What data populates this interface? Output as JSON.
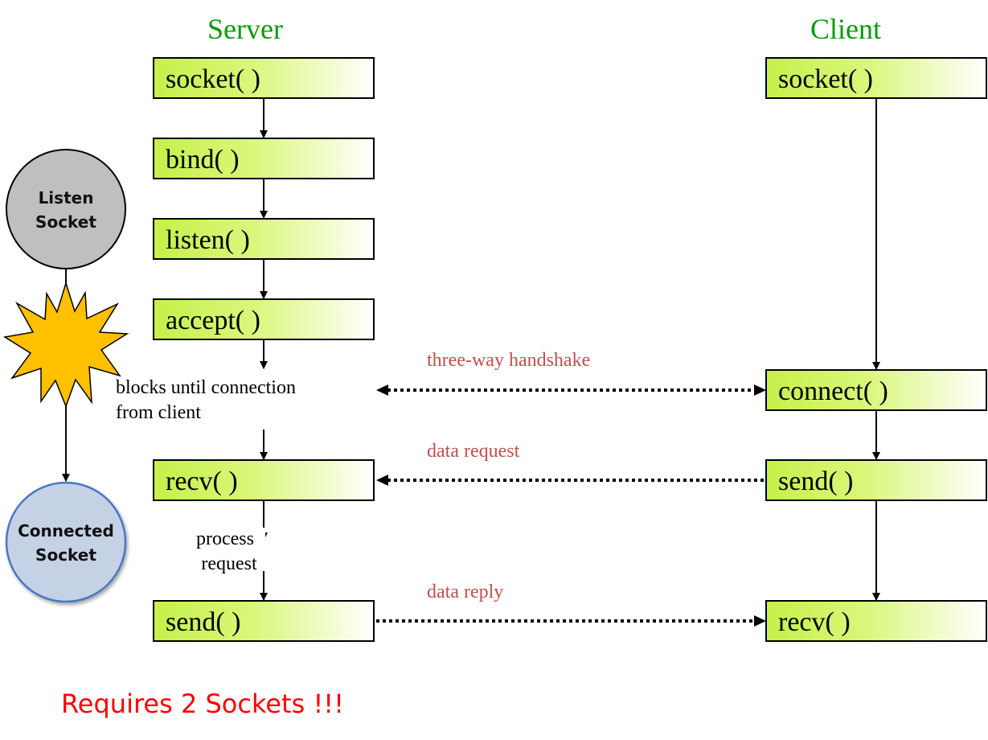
{
  "titles": {
    "server": "Server",
    "client": "Client"
  },
  "server_calls": {
    "socket": "socket( )",
    "bind": "bind( )",
    "listen": "listen( )",
    "accept": "accept( )",
    "recv": "recv( )",
    "send": "send( )"
  },
  "client_calls": {
    "socket": "socket( )",
    "connect": "connect( )",
    "send": "send( )",
    "recv": "recv( )"
  },
  "notes": {
    "blocks_line1": "blocks until connection",
    "blocks_line2": "from client",
    "process_line1": "process",
    "process_line2": "request"
  },
  "messages": {
    "handshake": "three-way handshake",
    "data_request": "data request",
    "data_reply": "data reply"
  },
  "sockets": {
    "listen_line1": "Listen",
    "listen_line2": "Socket",
    "connected_line1": "Connected",
    "connected_line2": "Socket"
  },
  "footer": "Requires 2 Sockets !!!",
  "colors": {
    "title": "#0a9a0a",
    "box_gradient_start": "#c6f04a",
    "box_gradient_end": "#ffffff",
    "message_text": "#c0504d",
    "footer_text": "#ff0000",
    "listen_socket_fill": "#bfbfbf",
    "connected_socket_fill": "#c5d2e6",
    "starburst_fill": "#ffc000"
  }
}
